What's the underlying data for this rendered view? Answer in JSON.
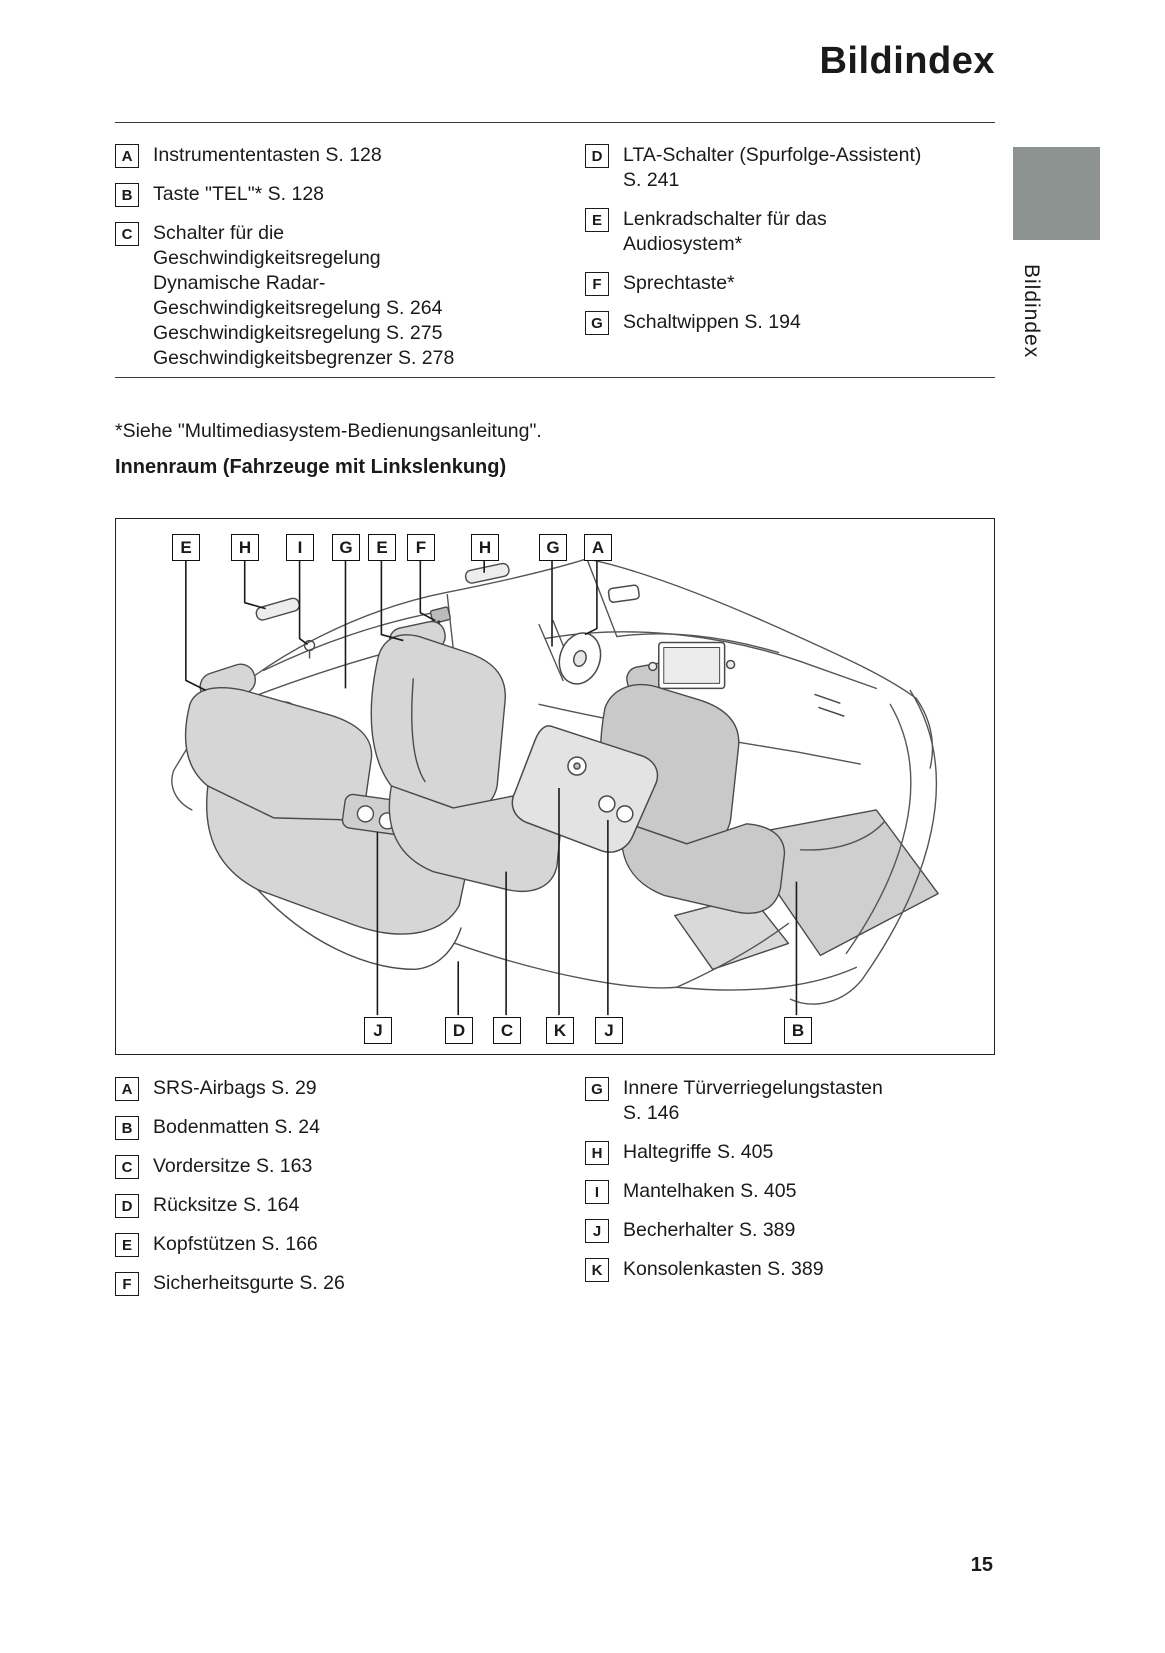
{
  "page": {
    "title": "Bildindex",
    "number": "15",
    "side_tab_label": "Bildindex"
  },
  "colors": {
    "chapter_tab": "#8C9391",
    "text": "#1A1A1A",
    "seat_fill": "#D6D6D6"
  },
  "top_list": {
    "left": [
      {
        "key": "A",
        "text": "Instrumententasten S. 128"
      },
      {
        "key": "B",
        "text": "Taste \"TEL\"* S. 128"
      },
      {
        "key": "C",
        "text": "Schalter für die\nGeschwindigkeitsregelung\nDynamische Radar-\nGeschwindigkeitsregelung S. 264\nGeschwindigkeitsregelung S. 275\nGeschwindigkeitsbegrenzer S. 278"
      }
    ],
    "right": [
      {
        "key": "D",
        "text": "LTA-Schalter (Spurfolge-Assistent)\nS. 241"
      },
      {
        "key": "E",
        "text": "Lenkradschalter für das\nAudiosystem*"
      },
      {
        "key": "F",
        "text": "Sprechtaste*"
      },
      {
        "key": "G",
        "text": "Schaltwippen S. 194"
      }
    ]
  },
  "footnote": "*Siehe \"Multimediasystem-Bedienungsanleitung\".",
  "section_heading": "Innenraum (Fahrzeuge mit Linkslenkung)",
  "diagram": {
    "top_labels": [
      "E",
      "H",
      "I",
      "G",
      "E",
      "F",
      "H",
      "G",
      "A"
    ],
    "bottom_labels": [
      "J",
      "D",
      "C",
      "K",
      "J",
      "B"
    ]
  },
  "bottom_list": {
    "left": [
      {
        "key": "A",
        "text": "SRS-Airbags S. 29"
      },
      {
        "key": "B",
        "text": "Bodenmatten S. 24"
      },
      {
        "key": "C",
        "text": "Vordersitze S. 163"
      },
      {
        "key": "D",
        "text": "Rücksitze S. 164"
      },
      {
        "key": "E",
        "text": "Kopfstützen S. 166"
      },
      {
        "key": "F",
        "text": "Sicherheitsgurte S. 26"
      }
    ],
    "right": [
      {
        "key": "G",
        "text": "Innere Türverriegelungstasten\nS. 146"
      },
      {
        "key": "H",
        "text": "Haltegriffe S. 405"
      },
      {
        "key": "I",
        "text": "Mantelhaken S. 405"
      },
      {
        "key": "J",
        "text": "Becherhalter S. 389"
      },
      {
        "key": "K",
        "text": "Konsolenkasten S. 389"
      }
    ]
  }
}
